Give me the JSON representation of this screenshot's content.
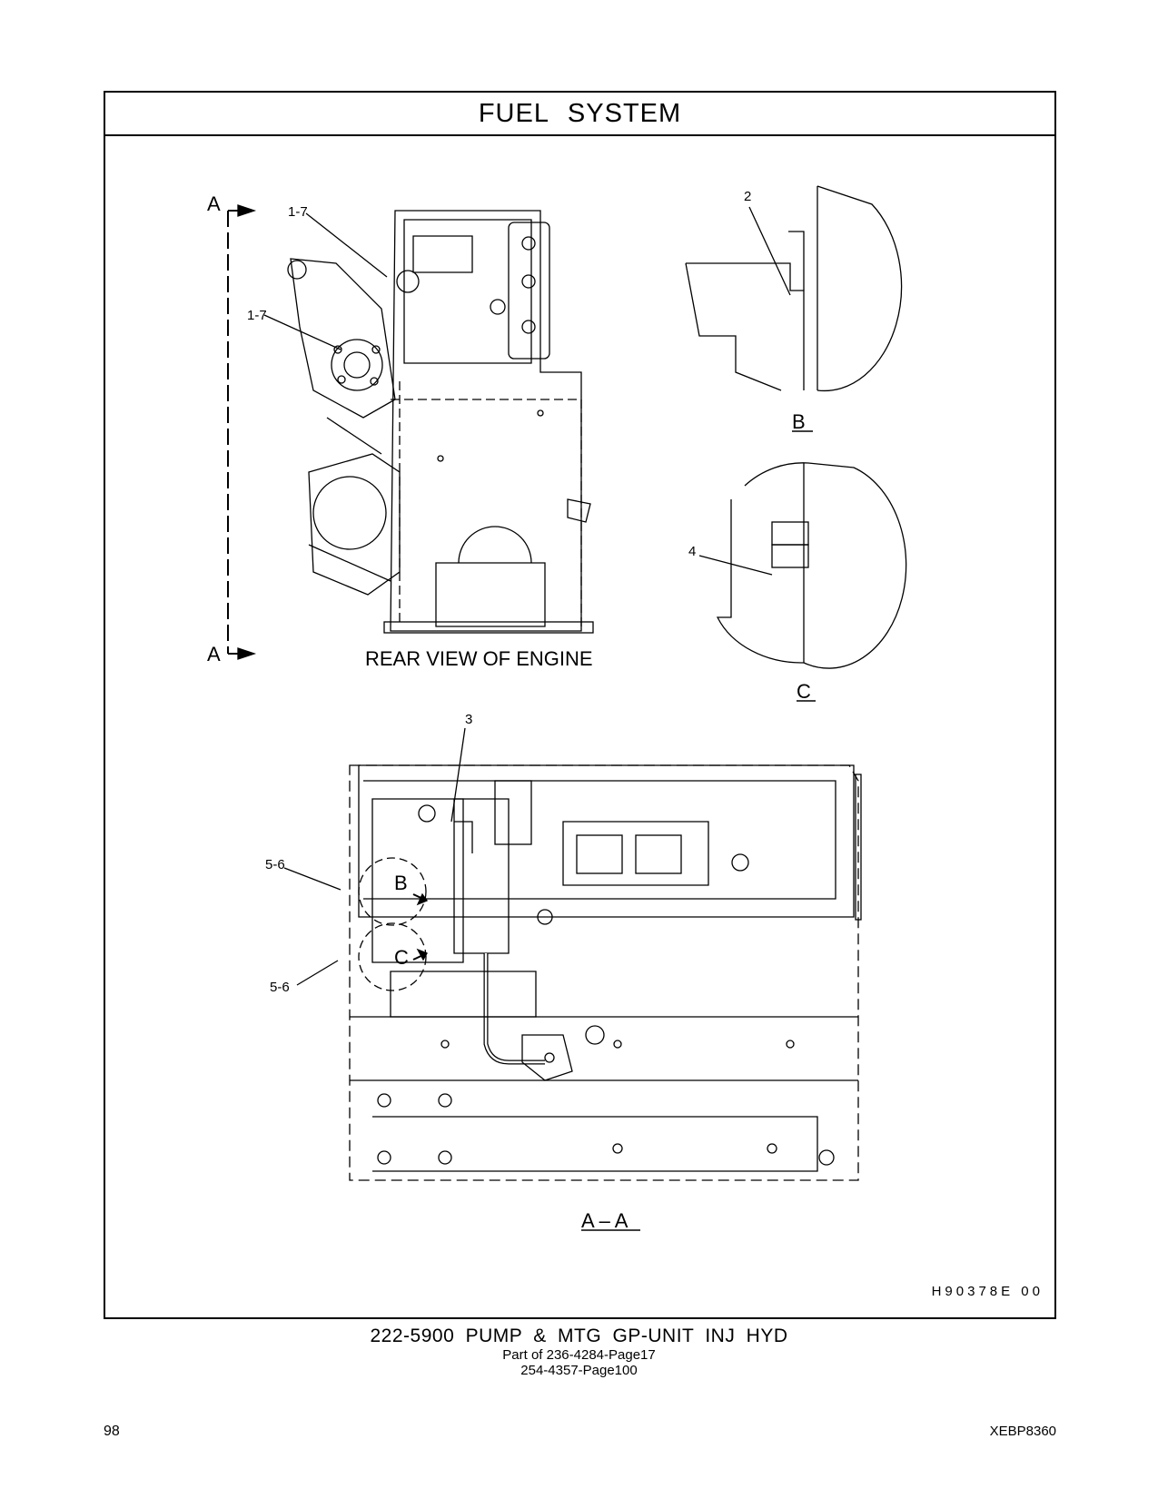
{
  "header": {
    "title": "FUEL  SYSTEM"
  },
  "labels": {
    "section_a_top": "A",
    "section_a_bottom": "A",
    "callout_1_7_top": "1-7",
    "callout_1_7_mid": "1-7",
    "callout_2": "2",
    "callout_3": "3",
    "callout_4": "4",
    "callout_5_6_top": "5-6",
    "callout_5_6_bottom": "5-6",
    "rear_view": "REAR  VIEW  OF  ENGINE",
    "detail_b": "B",
    "detail_c": "C",
    "marker_b": "B",
    "marker_c": "C",
    "section_view": "A – A"
  },
  "drawing_code": "H90378E   00",
  "footer": {
    "part_title": "222-5900  PUMP & MTG GP-UNIT INJ HYD",
    "part_of": "Part of 236-4284-Page17",
    "ref": "254-4357-Page100",
    "page_number": "98",
    "doc_id": "XEBP8360"
  }
}
